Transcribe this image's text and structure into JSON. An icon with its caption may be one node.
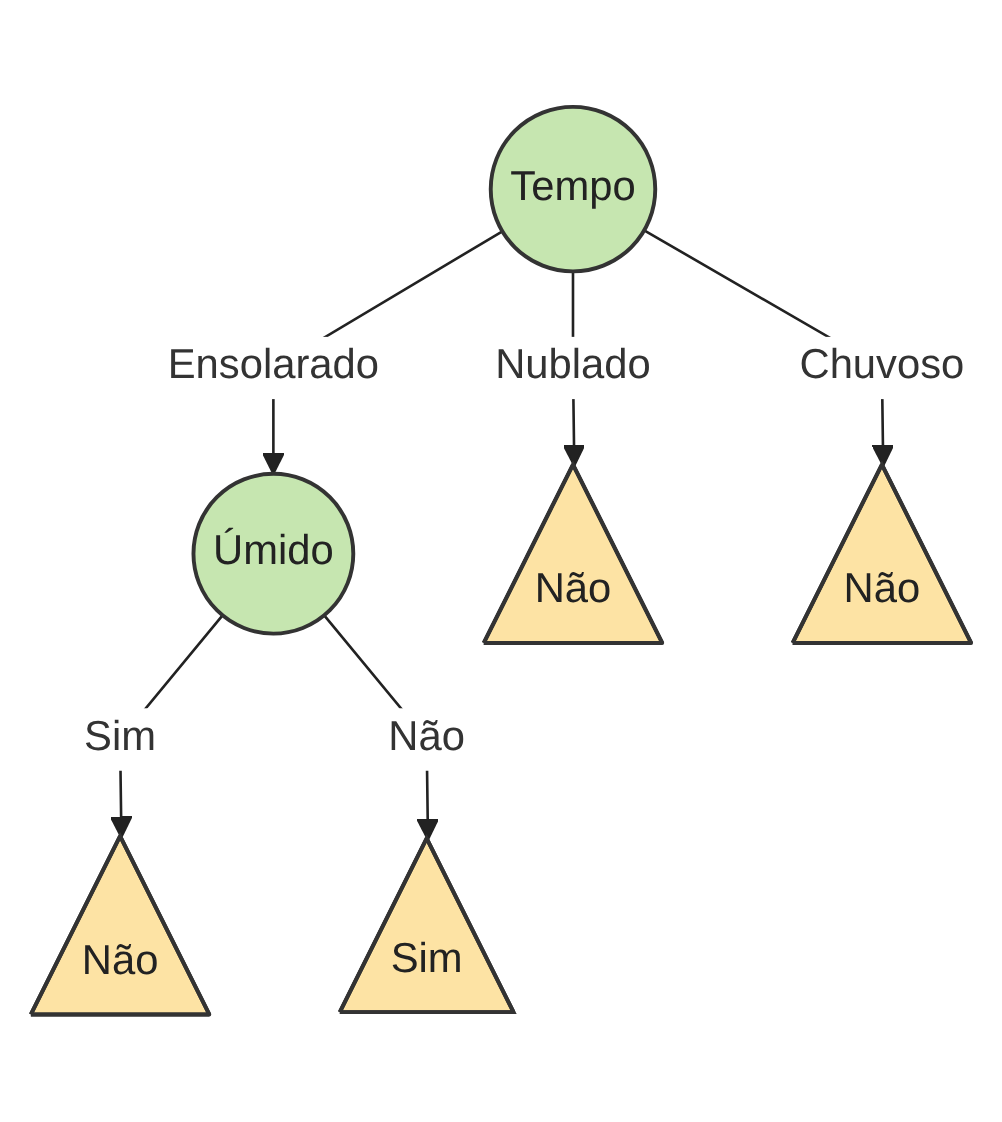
{
  "diagram": {
    "nodes": [
      {
        "text": [
          "Tempo"
        ]
      },
      {
        "text": [
          "Úmido"
        ]
      },
      {
        "text": [
          "Não"
        ]
      },
      {
        "text": [
          "Não"
        ]
      },
      {
        "text": [
          "Não"
        ]
      },
      {
        "text": [
          "Sim"
        ]
      }
    ],
    "edges": [
      {
        "from": 0,
        "to": 1,
        "arrow": "to",
        "label": "Ensolarado"
      },
      {
        "from": 0,
        "to": 2,
        "arrow": "to",
        "label": "Nublado"
      },
      {
        "from": 0,
        "to": 3,
        "arrow": "to",
        "label": "Chuvoso"
      },
      {
        "from": 1,
        "to": 4,
        "arrow": "to",
        "label": "Sim"
      },
      {
        "from": 1,
        "to": 5,
        "arrow": "to",
        "label": "Não"
      }
    ]
  }
}
